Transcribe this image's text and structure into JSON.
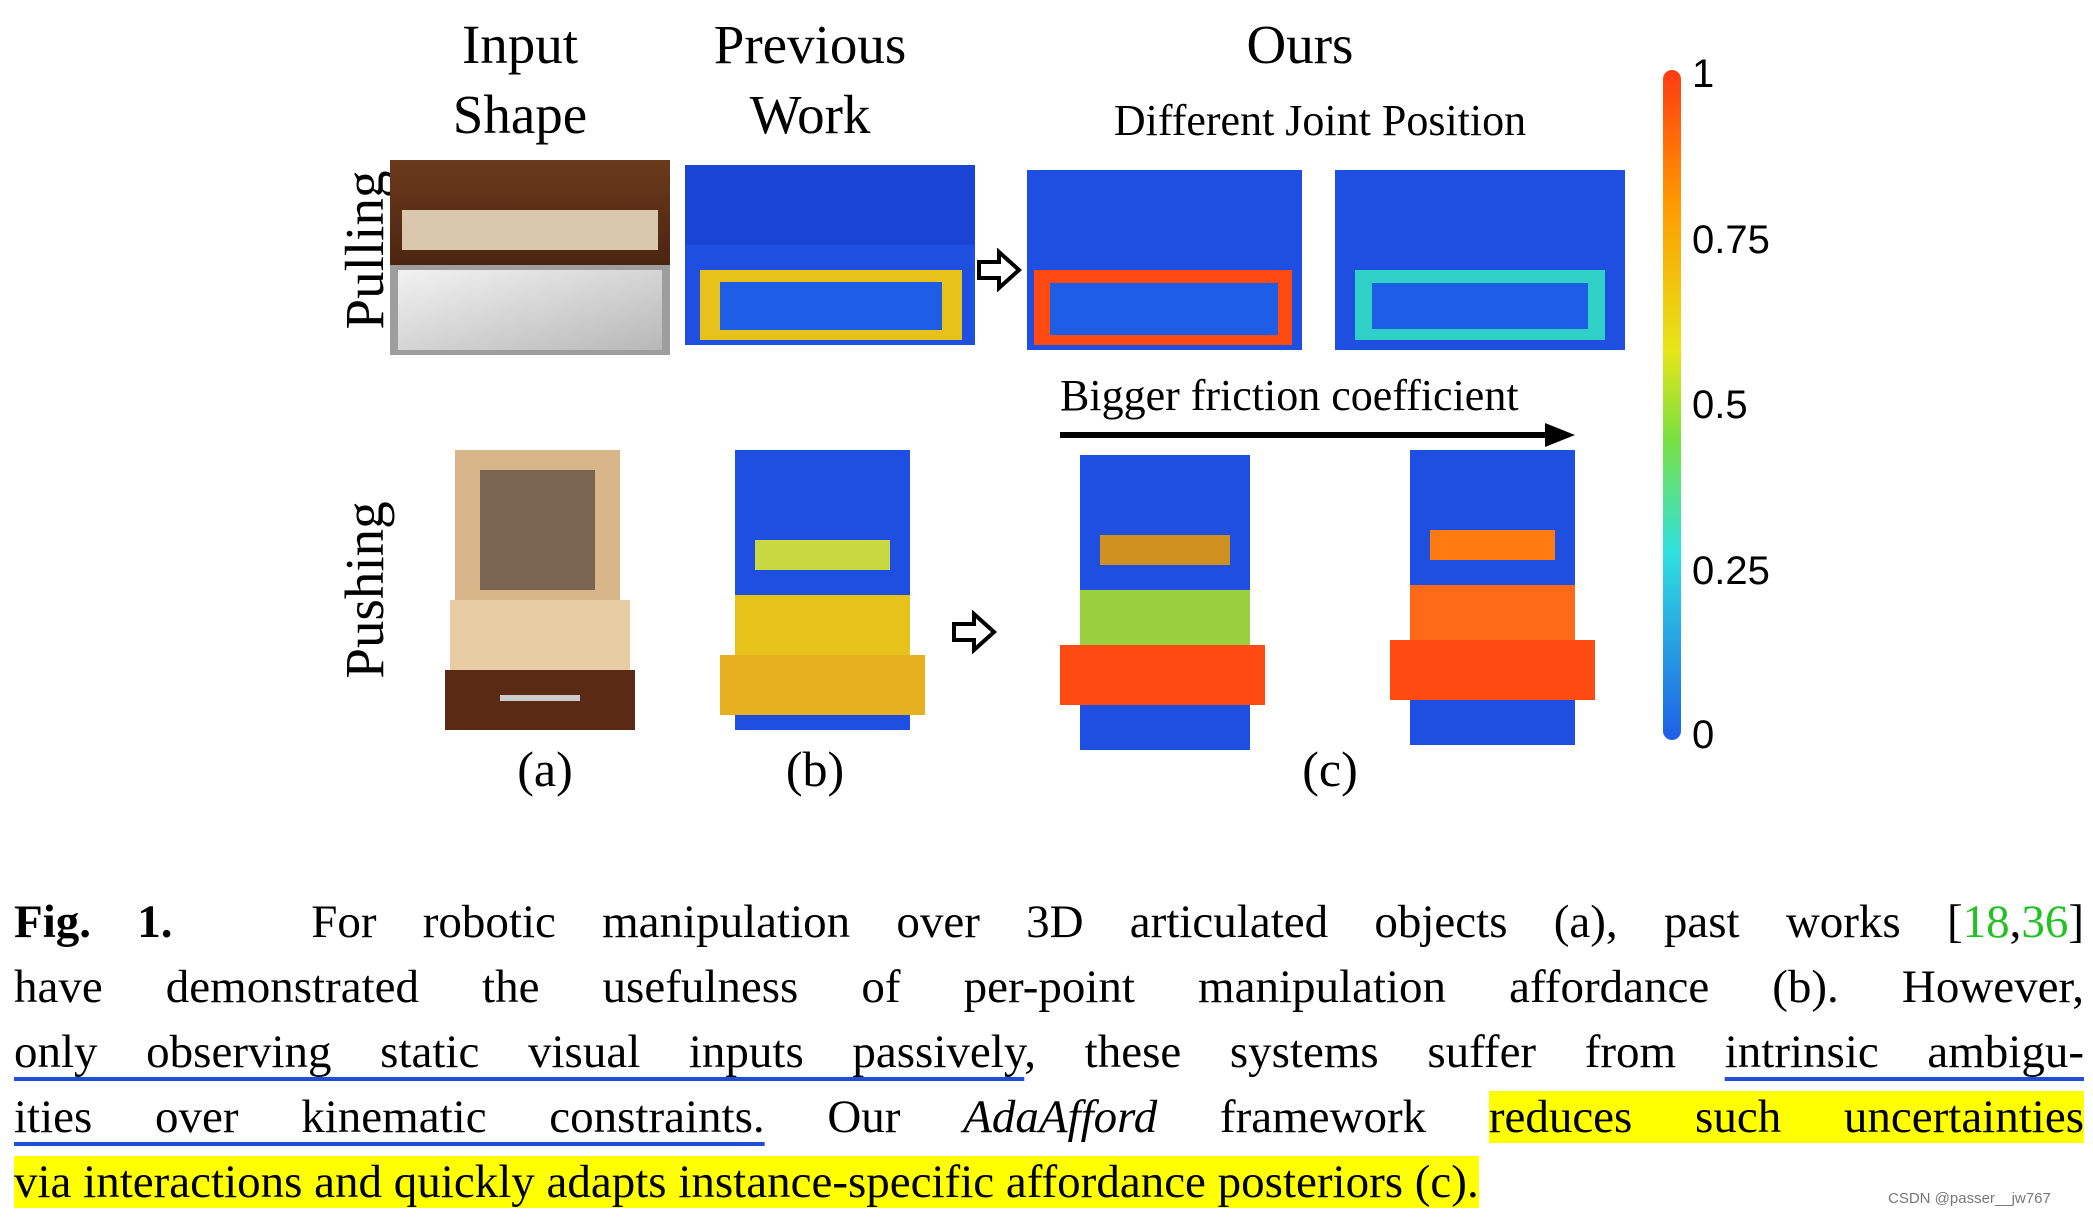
{
  "figure": {
    "columns": {
      "input": [
        "Input",
        "Shape"
      ],
      "previous": [
        "Previous",
        "Work"
      ],
      "ours": "Ours",
      "ours_sub": "Different Joint Position"
    },
    "rows": {
      "pulling": "Pulling",
      "pushing": "Pushing"
    },
    "arrow_label": "Bigger friction coefficient",
    "panel_labels": {
      "a": "(a)",
      "b": "(b)",
      "c": "(c)"
    },
    "colorbar": {
      "ticks": [
        "1",
        "0.75",
        "0.5",
        "0.25",
        "0"
      ],
      "colors": [
        "#ff3a12",
        "#ff9a00",
        "#e6e619",
        "#30e0e0",
        "#1e5ee6"
      ]
    }
  },
  "caption": {
    "label": "Fig. 1.",
    "line1_a": "For robotic manipulation over 3D articulated objects (a), past works [",
    "cite1": "18",
    "comma": ",",
    "cite2": "36",
    "close": "]",
    "line2": "have demonstrated the usefulness of per-point manipulation affordance (b). However,",
    "line3_u1": "only observing static visual inputs passively",
    "line3_mid": ", these systems suffer from ",
    "line3_u2": "intrinsic ambigu-",
    "line4_u": "ities over kinematic constraints.",
    "line4_a": " Our ",
    "line4_em": "AdaAfford",
    "line4_b": " framework ",
    "line4_hl": "reduces such uncertainties",
    "line5_hl": "via interactions and quickly adapts instance-specific affordance posteriors (c).",
    "watermark": "CSDN @passer__jw767"
  }
}
